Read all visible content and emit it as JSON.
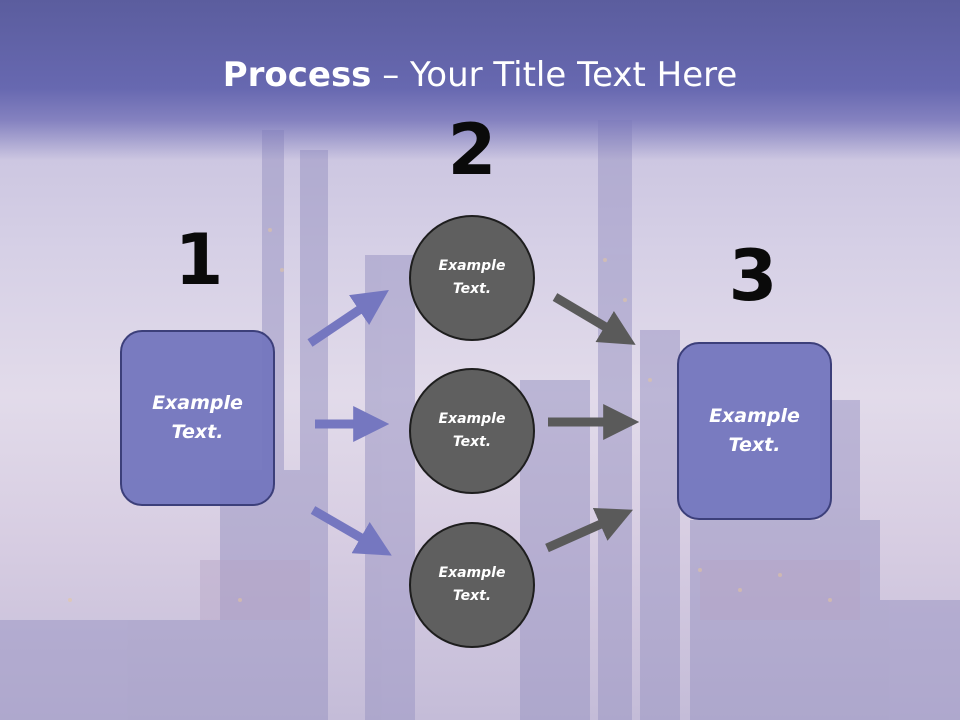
{
  "title": {
    "bold": "Process",
    "rest": " – Your Title Text Here"
  },
  "steps": {
    "one": "1",
    "two": "2",
    "three": "3"
  },
  "left_box": {
    "text": "Example\nText."
  },
  "right_box": {
    "text": "Example\nText."
  },
  "circles": [
    {
      "text": "Example\nText."
    },
    {
      "text": "Example\nText."
    },
    {
      "text": "Example\nText."
    }
  ],
  "colors": {
    "title_band": "#6768b0",
    "box_fill": "#7376be",
    "circle_fill": "#5f5f5f",
    "left_arrows": "#7577c0",
    "right_arrows": "#5a5a5a"
  }
}
